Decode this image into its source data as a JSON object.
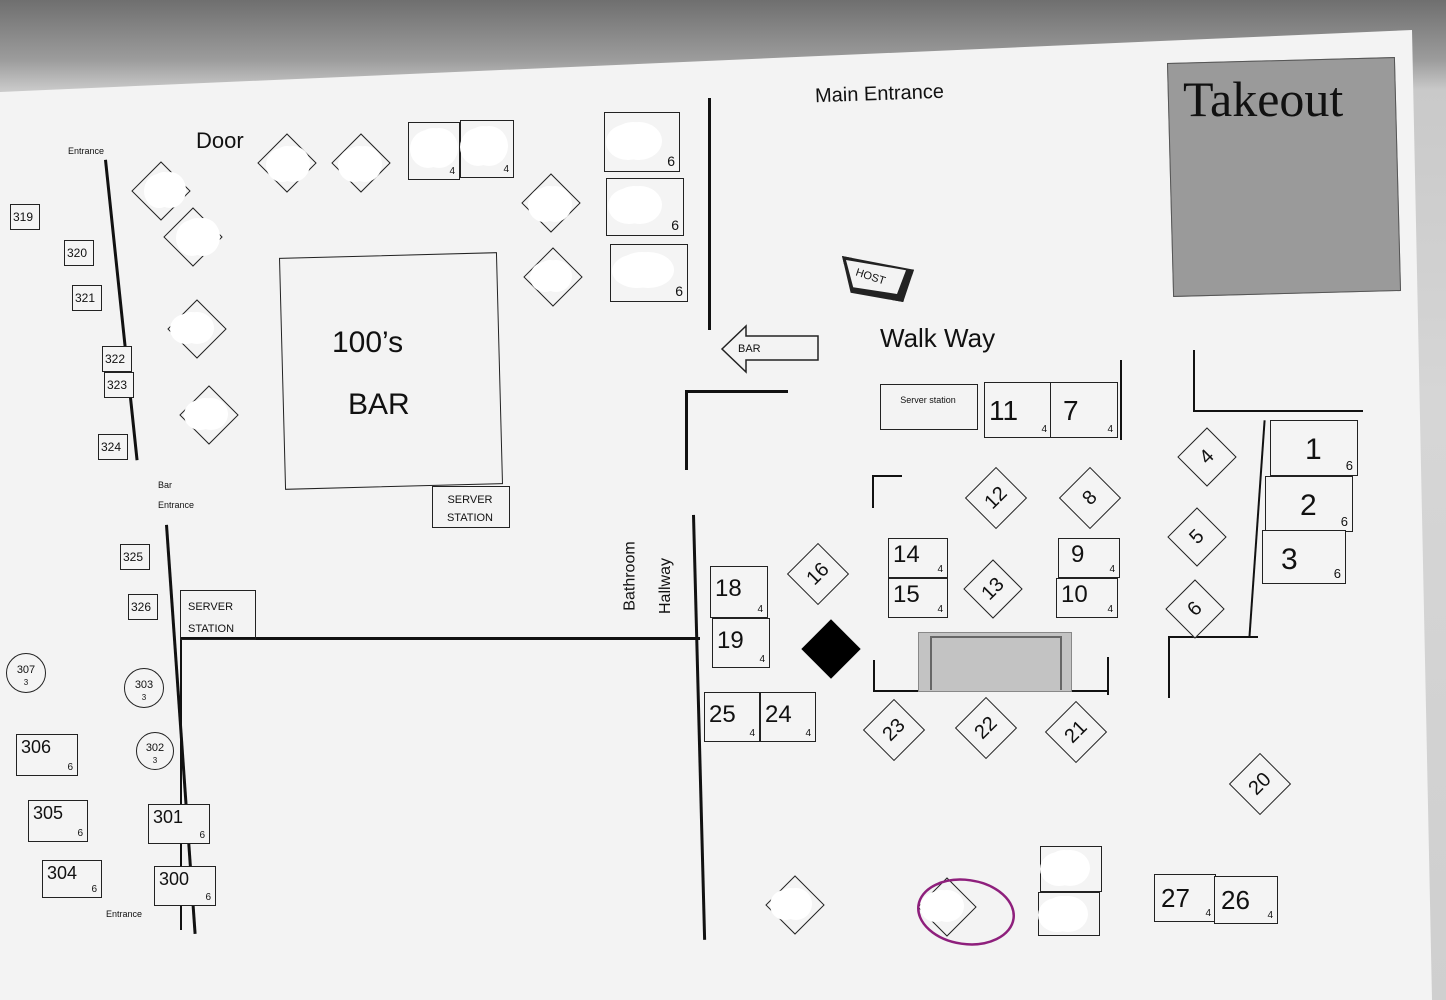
{
  "labels": {
    "main_entrance": "Main Entrance",
    "takeout": "Takeout",
    "door": "Door",
    "entrance_top": "Entrance",
    "bar_name_line1": "100’s",
    "bar_name_line2": "BAR",
    "server_station_bar": "SERVER STATION",
    "host": "HOST",
    "walk_way": "Walk Way",
    "bar_arrow": "BAR",
    "server_station_main": "Server station",
    "bar_entrance": "Bar Entrance",
    "server_station_left": "SERVER STATION",
    "bathroom": "Bathroom",
    "hallway": "Hallway",
    "entrance_bottom": "Entrance"
  },
  "tables_right": [
    {
      "number": "1",
      "seats": "6"
    },
    {
      "number": "2",
      "seats": "6"
    },
    {
      "number": "3",
      "seats": "6"
    },
    {
      "number": "11",
      "seats": "4"
    },
    {
      "number": "7",
      "seats": "4"
    },
    {
      "number": "14",
      "seats": "4"
    },
    {
      "number": "15",
      "seats": "4"
    },
    {
      "number": "9",
      "seats": "4"
    },
    {
      "number": "10",
      "seats": "4"
    },
    {
      "number": "18",
      "seats": "4"
    },
    {
      "number": "19",
      "seats": "4"
    },
    {
      "number": "25",
      "seats": "4"
    },
    {
      "number": "24",
      "seats": "4"
    },
    {
      "number": "27",
      "seats": "4"
    },
    {
      "number": "26",
      "seats": "4"
    }
  ],
  "tables_diamond": [
    "4",
    "5",
    "6",
    "12",
    "8",
    "13",
    "16",
    "23",
    "22",
    "21",
    "20"
  ],
  "tables_left": [
    "319",
    "320",
    "321",
    "322",
    "323",
    "324",
    "325",
    "326"
  ],
  "tables_300": [
    {
      "number": "306",
      "seats": "6"
    },
    {
      "number": "305",
      "seats": "6"
    },
    {
      "number": "304",
      "seats": "6"
    },
    {
      "number": "301",
      "seats": "6"
    },
    {
      "number": "300",
      "seats": "6"
    }
  ],
  "round_tables": [
    {
      "number": "307",
      "seats": "3"
    },
    {
      "number": "303",
      "seats": "3"
    },
    {
      "number": "302",
      "seats": "3"
    }
  ],
  "top_tables_seats": [
    "4",
    "4",
    "6",
    "6",
    "6"
  ],
  "colors": {
    "paper": "#f4f4f4",
    "takeout_box": "#9a9a9a",
    "highlight_circle": "#8e1f7c"
  }
}
